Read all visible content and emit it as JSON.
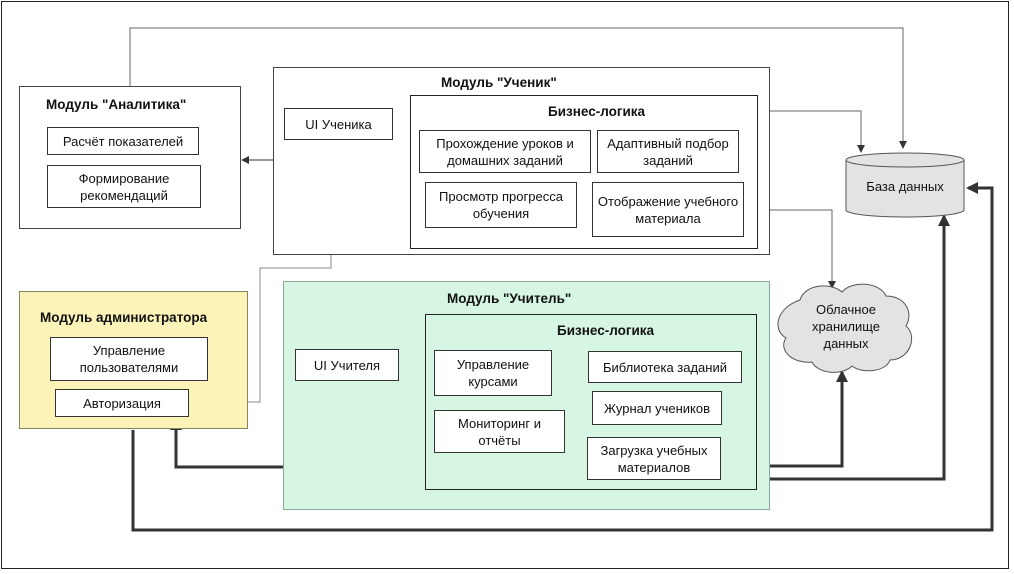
{
  "analytics": {
    "title": "Модуль \"Аналитика\"",
    "items": [
      "Расчёт показателей",
      "Формирование рекомендаций"
    ]
  },
  "student": {
    "title": "Модуль \"Ученик\"",
    "ui": "UI Ученика",
    "logic_title": "Бизнес-логика",
    "items": [
      "Прохождение уроков и домашних заданий",
      "Адаптивный подбор заданий",
      "Просмотр прогресса обучения",
      "Отображение учебного материала"
    ]
  },
  "admin": {
    "title": "Модуль администратора",
    "items": [
      "Управление пользователями",
      "Авторизация"
    ],
    "color": "#fcf3b8"
  },
  "teacher": {
    "title": "Модуль \"Учитель\"",
    "ui": "UI Учителя",
    "logic_title": "Бизнес-логика",
    "items": [
      "Управление курсами",
      "Мониторинг и отчёты",
      "Библиотека заданий",
      "Журнал учеников",
      "Загрузка учебных материалов"
    ],
    "color": "#d6f5e2"
  },
  "database": {
    "label": "База данных"
  },
  "cloud": {
    "label": "Облачное хранилище данных"
  }
}
